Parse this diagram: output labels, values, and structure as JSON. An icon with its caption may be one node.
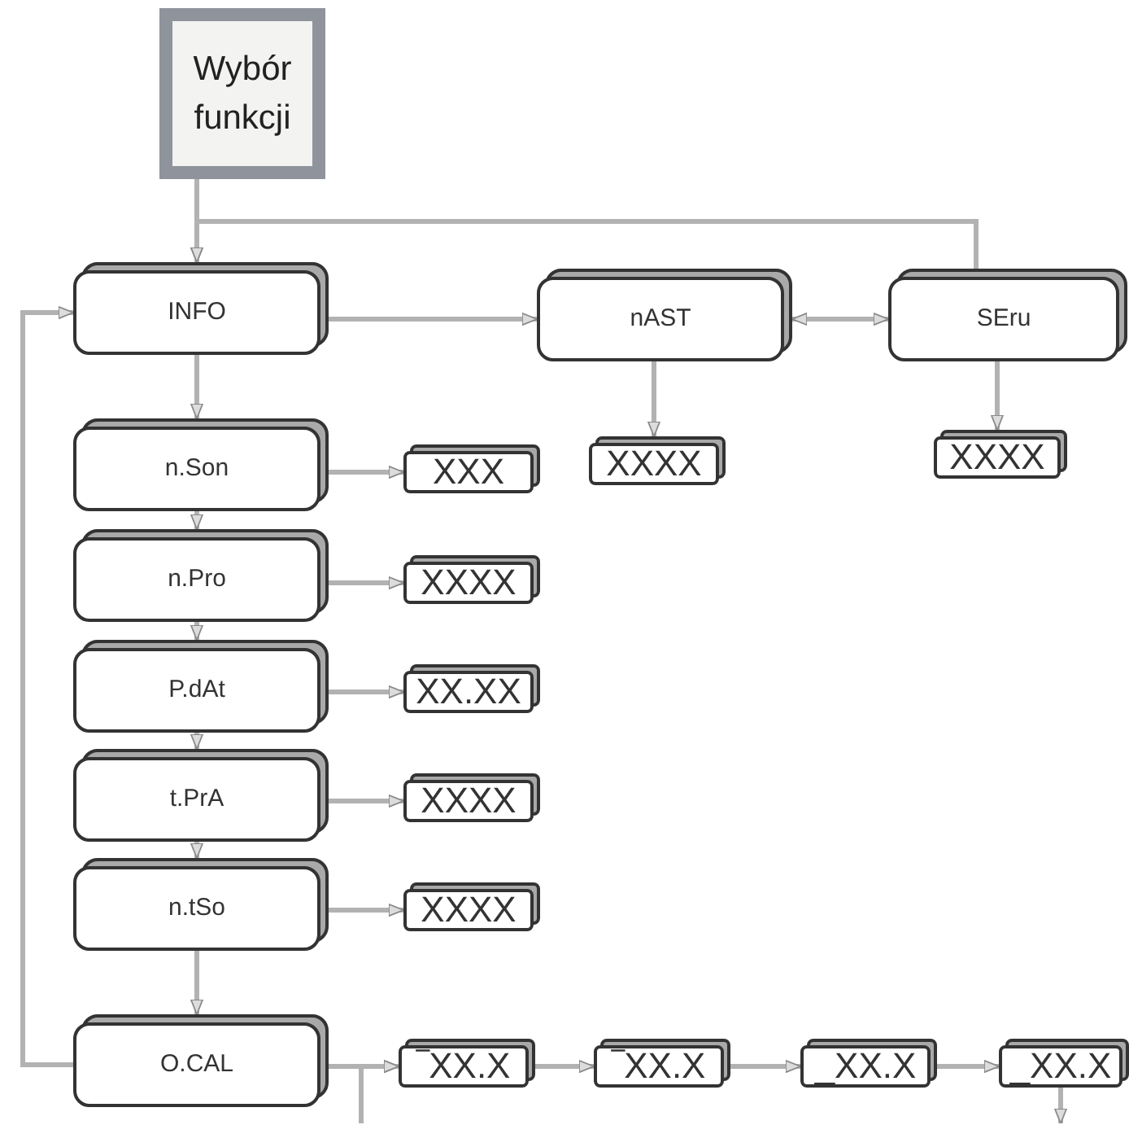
{
  "diagram": {
    "nodes": [
      {
        "text": [
          "Wybór funkcji"
        ]
      },
      {
        "text": [
          "INFO"
        ]
      },
      {
        "text": [
          "nAST"
        ]
      },
      {
        "text": [
          "SEru"
        ]
      },
      {
        "text": [
          "n.Son"
        ]
      },
      {
        "text": [
          "XXX"
        ]
      },
      {
        "text": [
          "XXXX"
        ]
      },
      {
        "text": [
          "XXXX"
        ]
      },
      {
        "text": [
          "n.Pro"
        ]
      },
      {
        "text": [
          "XXXX"
        ]
      },
      {
        "text": [
          "P.dAt"
        ]
      },
      {
        "text": [
          "XX.XX"
        ]
      },
      {
        "text": [
          "t.PrA"
        ]
      },
      {
        "text": [
          "XXXX"
        ]
      },
      {
        "text": [
          "n.tSo"
        ]
      },
      {
        "text": [
          "XXXX"
        ]
      },
      {
        "text": [
          "O.CAL"
        ]
      },
      {
        "text": [
          "‾XX.X"
        ]
      },
      {
        "text": [
          "‾XX.X"
        ]
      },
      {
        "text": [
          "_XX.X"
        ]
      },
      {
        "text": [
          "_XX.X"
        ]
      }
    ],
    "edges": [
      {
        "from": 0,
        "to": 1,
        "arrow": "to"
      },
      {
        "from": 3,
        "to": 1,
        "arrow": "to"
      },
      {
        "from": 1,
        "to": 2,
        "arrow": "to"
      },
      {
        "from": 2,
        "to": 3,
        "arrow": "both"
      },
      {
        "from": 2,
        "to": 6,
        "arrow": "to"
      },
      {
        "from": 3,
        "to": 7,
        "arrow": "to"
      },
      {
        "from": 1,
        "to": 4,
        "arrow": "to"
      },
      {
        "from": 4,
        "to": 5,
        "arrow": "to"
      },
      {
        "from": 4,
        "to": 8,
        "arrow": "to"
      },
      {
        "from": 8,
        "to": 9,
        "arrow": "to"
      },
      {
        "from": 8,
        "to": 10,
        "arrow": "to"
      },
      {
        "from": 10,
        "to": 11,
        "arrow": "to"
      },
      {
        "from": 10,
        "to": 12,
        "arrow": "to"
      },
      {
        "from": 12,
        "to": 13,
        "arrow": "to"
      },
      {
        "from": 12,
        "to": 14,
        "arrow": "to"
      },
      {
        "from": 14,
        "to": 15,
        "arrow": "to"
      },
      {
        "from": 14,
        "to": 16,
        "arrow": "to"
      },
      {
        "from": 16,
        "to": 1,
        "arrow": "to"
      },
      {
        "from": 16,
        "to": 17,
        "arrow": "to"
      },
      {
        "from": null,
        "to": 17,
        "arrow": "to"
      },
      {
        "from": 17,
        "to": 18,
        "arrow": "to"
      },
      {
        "from": 18,
        "to": 19,
        "arrow": "to"
      },
      {
        "from": 19,
        "to": 20,
        "arrow": "to"
      },
      {
        "from": 20,
        "to": null,
        "arrow": "to"
      }
    ]
  }
}
